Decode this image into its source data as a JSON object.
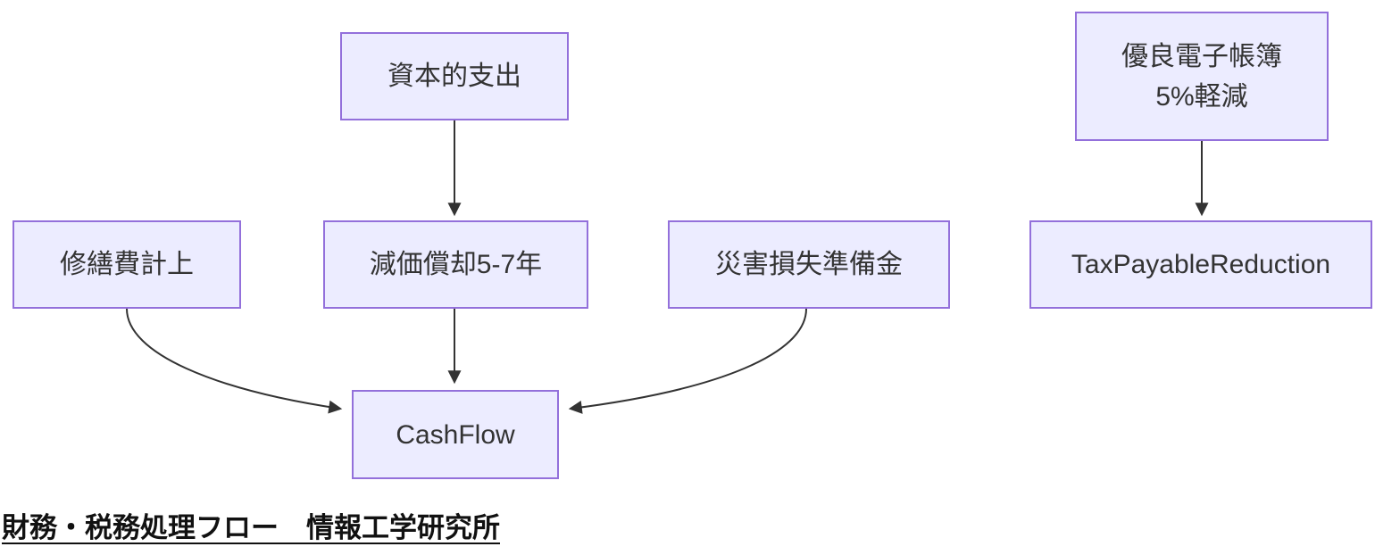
{
  "diagram": {
    "type": "flowchart",
    "caption": "財務・税務処理フロー　情報工学研究所",
    "colors": {
      "node_fill": "#ECECFF",
      "node_border": "#9370DB",
      "edge": "#333333",
      "node_text": "#333333",
      "caption_text": "#111111",
      "background": "#ffffff"
    },
    "nodes": [
      {
        "id": "capital_expenditure",
        "label": "資本的支出"
      },
      {
        "id": "excellent_ledger",
        "label": "優良電子帳簿 5%軽減",
        "lines": [
          "優良電子帳簿",
          "5%軽減"
        ]
      },
      {
        "id": "repair_expense",
        "label": "修繕費計上"
      },
      {
        "id": "depreciation",
        "label": "減価償却5-7年"
      },
      {
        "id": "disaster_loss_reserve",
        "label": "災害損失準備金"
      },
      {
        "id": "tax_payable_reduction",
        "label": "TaxPayableReduction"
      },
      {
        "id": "cashflow",
        "label": "CashFlow"
      }
    ],
    "edges": [
      {
        "from": "資本的支出",
        "to": "減価償却5-7年"
      },
      {
        "from": "優良電子帳簿 5%軽減",
        "to": "TaxPayableReduction"
      },
      {
        "from": "減価償却5-7年",
        "to": "CashFlow"
      },
      {
        "from": "修繕費計上",
        "to": "CashFlow"
      },
      {
        "from": "災害損失準備金",
        "to": "CashFlow"
      }
    ]
  }
}
